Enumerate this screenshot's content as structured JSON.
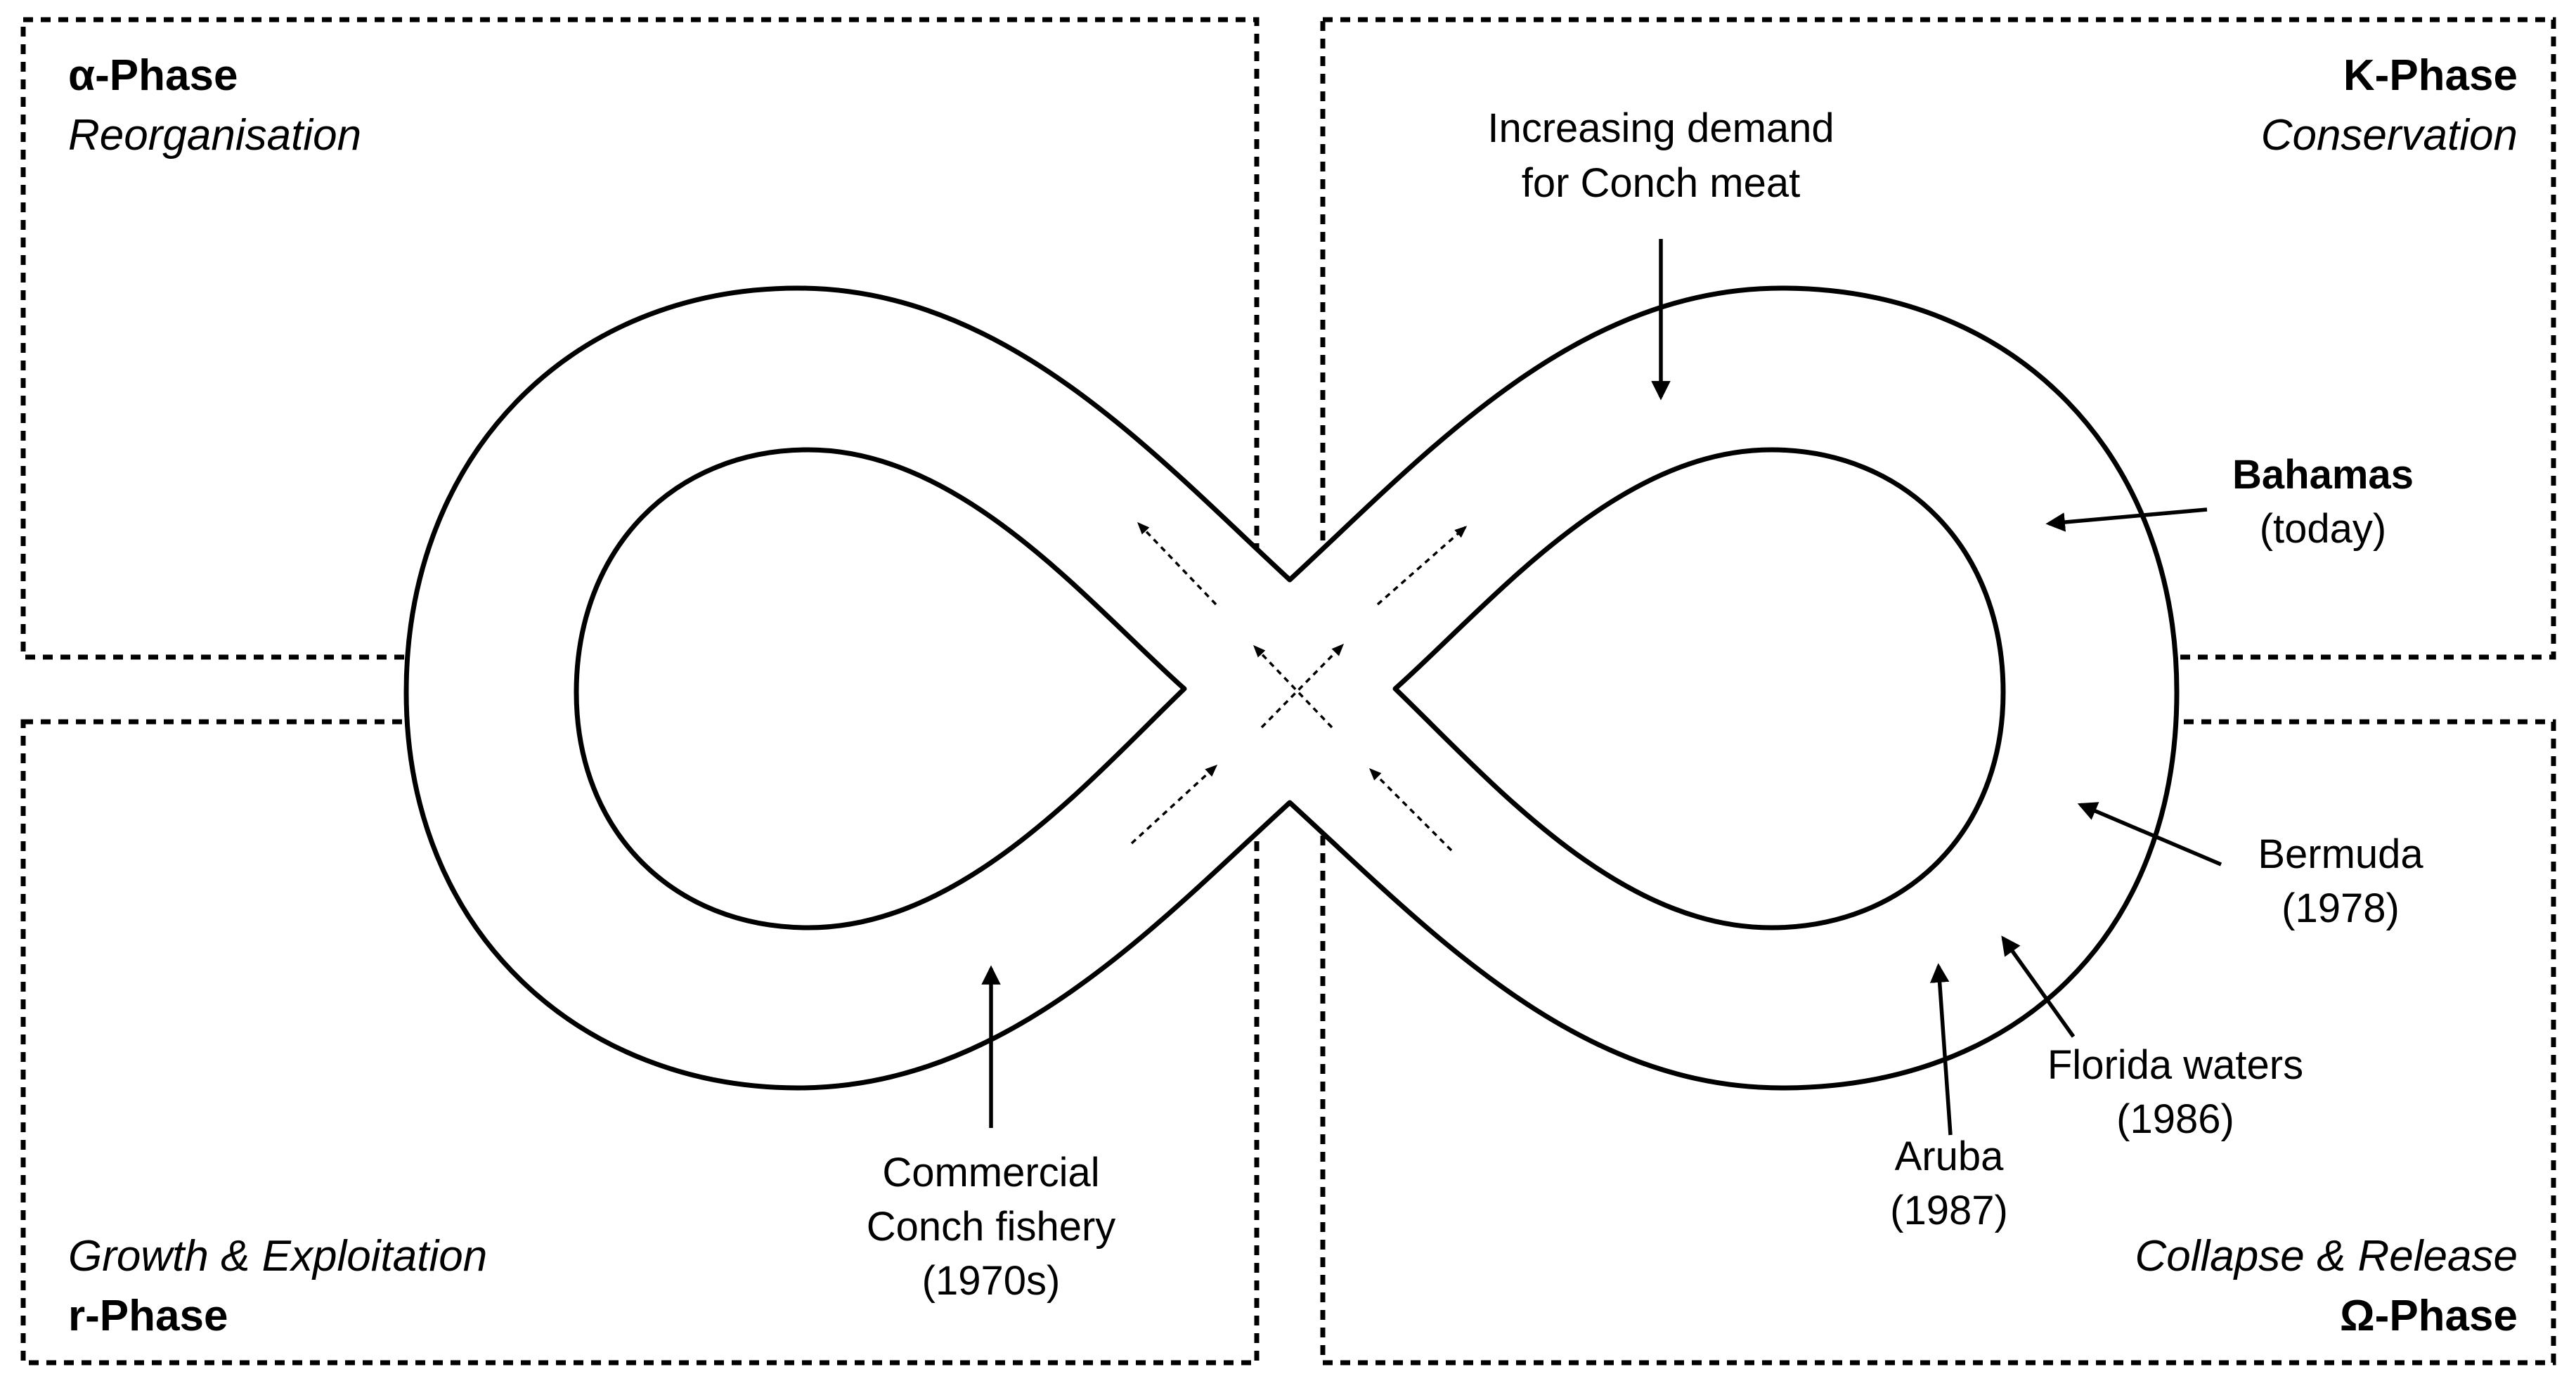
{
  "phases": {
    "alpha": {
      "title": "α-Phase",
      "subtitle": "Reorganisation"
    },
    "k": {
      "title": "K-Phase",
      "subtitle": "Conservation"
    },
    "r": {
      "title": "r-Phase",
      "subtitle": "Growth & Exploitation"
    },
    "omega": {
      "title": "Ω-Phase",
      "subtitle": "Collapse & Release"
    }
  },
  "annotations": {
    "demand": [
      "Increasing demand",
      "for Conch meat"
    ],
    "bahamas": {
      "name": "Bahamas",
      "year": "(today)"
    },
    "bermuda": {
      "name": "Bermuda",
      "year": "(1978)"
    },
    "florida": {
      "name": "Florida waters",
      "year": "(1986)"
    },
    "aruba": {
      "name": "Aruba",
      "year": "(1987)"
    },
    "fishery": [
      "Commercial",
      "Conch fishery",
      "(1970s)"
    ]
  }
}
